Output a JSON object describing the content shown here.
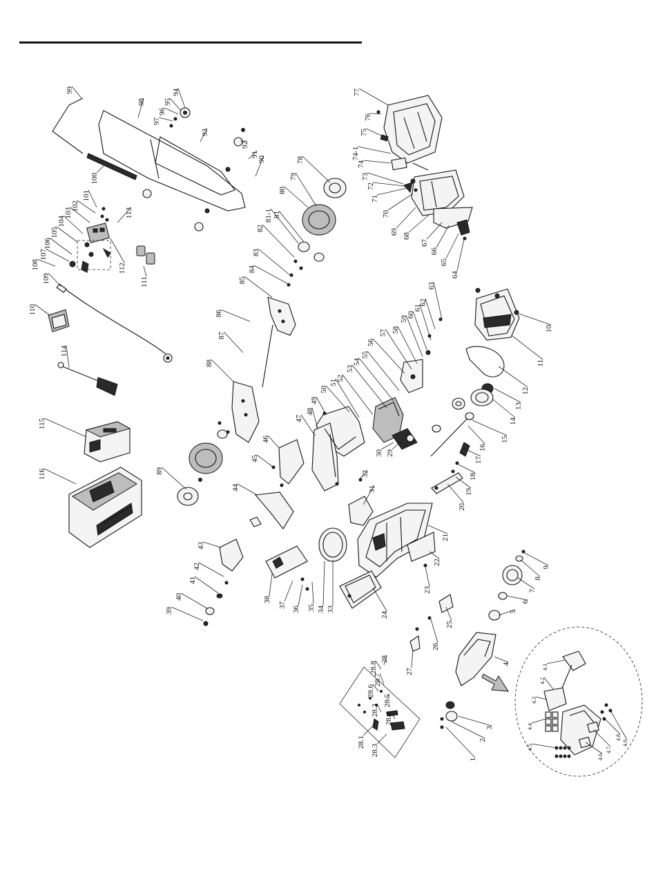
{
  "labels": [
    "1",
    "2",
    "3",
    "4",
    "4.1",
    "4.2",
    "4.3",
    "4.4",
    "4.5",
    "4.6",
    "4.7",
    "4.8",
    "4.9",
    "5",
    "6",
    "7",
    "8",
    "9",
    "10",
    "11",
    "12",
    "13",
    "14",
    "15",
    "16",
    "17",
    "18",
    "19",
    "20",
    "21",
    "22",
    "23",
    "24",
    "25",
    "26",
    "27",
    "28",
    "28.1",
    "28.2",
    "28.3",
    "28.4",
    "28.5",
    "28.6",
    "28.7",
    "28.8",
    "29",
    "30",
    "31",
    "32",
    "33",
    "34",
    "35",
    "36",
    "37",
    "38",
    "39",
    "40",
    "41",
    "42",
    "43",
    "44",
    "45",
    "46",
    "47",
    "48",
    "49",
    "50",
    "51",
    "52",
    "53",
    "54",
    "55",
    "56",
    "57",
    "58",
    "59",
    "60",
    "61",
    "62",
    "63",
    "64",
    "65",
    "66",
    "67",
    "68",
    "69",
    "70",
    "71",
    "72",
    "73",
    "74",
    "74-1",
    "75",
    "76",
    "77",
    "78",
    "79",
    "80",
    "81",
    "81-1",
    "82",
    "83",
    "84",
    "85",
    "86",
    "87",
    "88",
    "89",
    "90",
    "91",
    "92",
    "93",
    "94",
    "95",
    "96",
    "97",
    "98",
    "99",
    "100",
    "101",
    "102",
    "103",
    "104",
    "105",
    "106",
    "107",
    "108",
    "109",
    "110",
    "111",
    "112",
    "113",
    "114",
    "115",
    "116"
  ]
}
